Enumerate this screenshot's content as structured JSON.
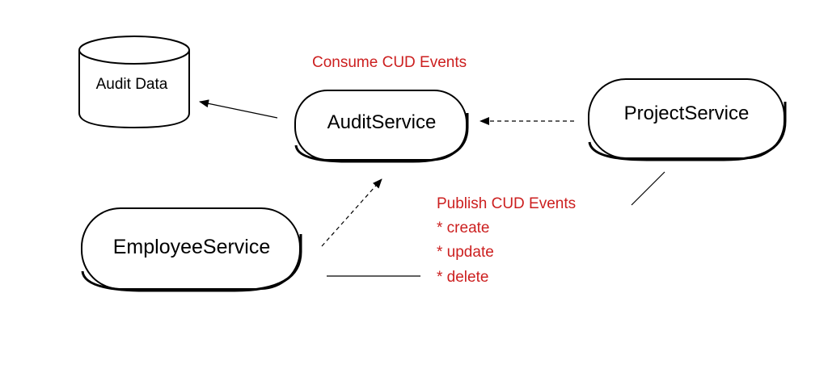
{
  "nodes": {
    "audit_data": {
      "label": "Audit Data"
    },
    "audit_service": {
      "label": "AuditService"
    },
    "project_service": {
      "label": "ProjectService"
    },
    "employee_service": {
      "label": "EmployeeService"
    }
  },
  "annotations": {
    "consume": "Consume CUD Events",
    "publish": {
      "title": "Publish CUD Events",
      "items": [
        "* create",
        "* update",
        "* delete"
      ]
    }
  },
  "colors": {
    "annotation": "#cc1f1f",
    "stroke": "#000000",
    "background": "#ffffff"
  }
}
